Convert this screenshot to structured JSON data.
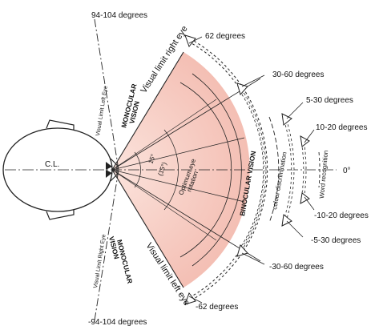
{
  "diagram": {
    "head_label": "C.L.",
    "zero_label": "0°",
    "angle_labels": {
      "top_94_104": "94-104 degrees",
      "bottom_94_104": "-94-104 degrees",
      "pos_62": "62 degrees",
      "neg_62": "-62 degrees",
      "pos_30_60": "30-60 degrees",
      "neg_30_60": "-30-60 degrees",
      "pos_5_30": "5-30 degrees",
      "neg_5_30": "-5-30 degrees",
      "pos_10_20": "10-20 degrees",
      "neg_10_20": "-10-20 degrees"
    },
    "visual_limits": {
      "right_eye": "Visual limit right eye",
      "left_eye": "Visual limit left eye",
      "small_left": "Visual Limit Left Eye",
      "small_right": "Visual Limit Right Eye"
    },
    "regions": {
      "monocular_top_1": "MONOCULAR",
      "monocular_top_2": "VISION",
      "monocular_bottom_1": "MONOCULAR",
      "monocular_bottom_2": "VISION",
      "binocular": "BINOCULAR VISION",
      "colour": "colour discrimination",
      "word": "Word recognition"
    },
    "inner": {
      "optimum_1": "Optimum eye",
      "optimum_2": "rotation",
      "deg_15": "15°",
      "deg_15b": "(15°)"
    },
    "colors": {
      "fan_fill": "#f6c9c0",
      "fan_fill_edge": "#fbe3dc"
    }
  }
}
